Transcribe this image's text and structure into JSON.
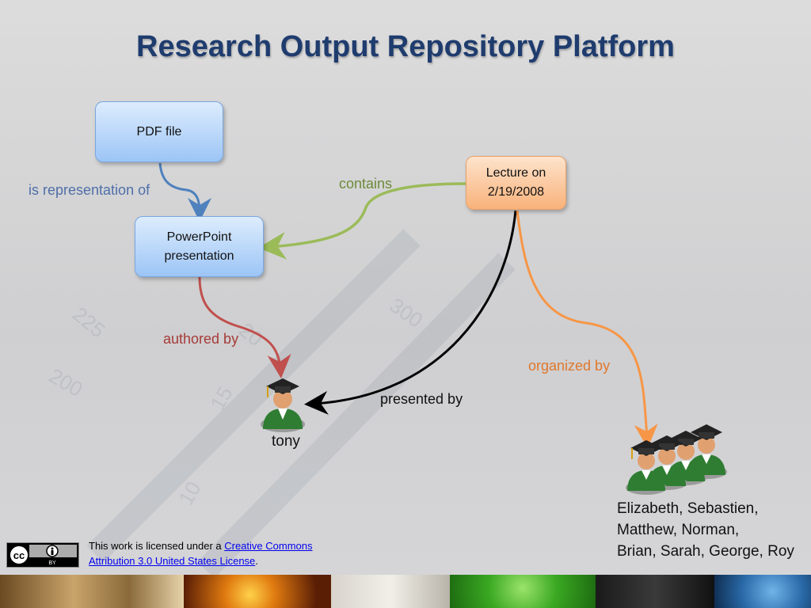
{
  "title": "Research Output Repository Platform",
  "nodes": {
    "pdf": "PDF file",
    "powerpoint": "PowerPoint\npresentation",
    "lecture": "Lecture on\n2/19/2008"
  },
  "relations": {
    "is_representation_of": "is representation of",
    "contains": "contains",
    "authored_by": "authored by",
    "presented_by": "presented by",
    "organized_by": "organized by"
  },
  "people": {
    "presenter": "tony",
    "organizers": "Elizabeth, Sebastien,\nMatthew, Norman,\nBrian, Sarah, George, Roy"
  },
  "license": {
    "prefix": "This work is licensed under a ",
    "link1": "Creative Commons",
    "link2": "Attribution 3.0 United States License",
    "suffix": "."
  },
  "colors": {
    "title": "#1f3c6e",
    "blue_arrow": "#4f81bd",
    "green_arrow": "#9bbb59",
    "red_arrow": "#c0504d",
    "orange_arrow": "#f79646",
    "black_arrow": "#000000"
  },
  "icons": [
    "graduate-icon",
    "graduate-group-icon",
    "cc-by-badge-icon"
  ]
}
